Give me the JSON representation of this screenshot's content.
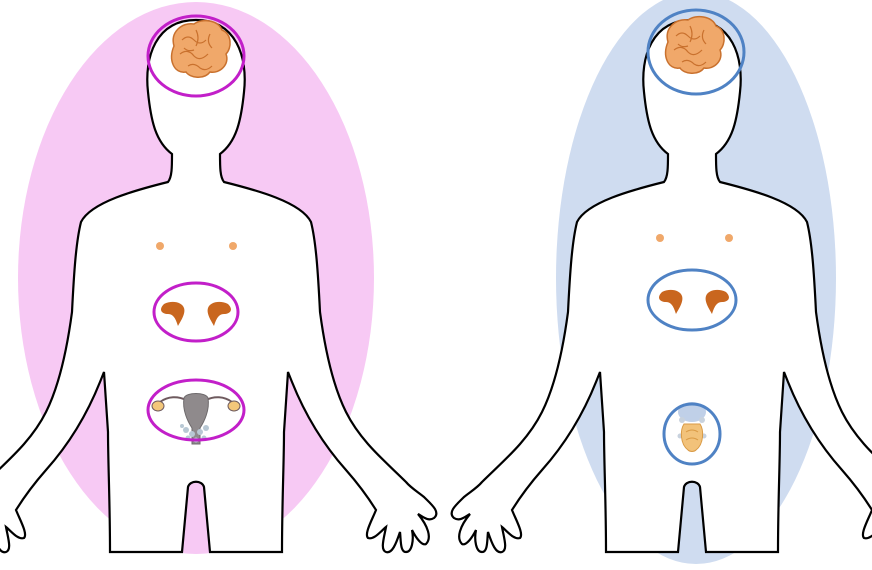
{
  "figures": [
    {
      "id": "female",
      "aura_color": "#f7c9f4",
      "ring_color": "#c21fc9",
      "regions": [
        "brain",
        "adrenal-glands",
        "reproductive-organs"
      ],
      "reproductive_organ": "uterus-and-ovaries"
    },
    {
      "id": "male",
      "aura_color": "#cfdcf0",
      "ring_color": "#4f82c4",
      "regions": [
        "brain",
        "adrenal-glands",
        "reproductive-organs"
      ],
      "reproductive_organ": "prostate-and-testes"
    }
  ],
  "colors": {
    "outline": "#000000",
    "body_fill": "#ffffff",
    "brain": "#f0a86a",
    "brain_line": "#c9712e",
    "adrenal": "#c9661e",
    "nipple": "#f0a86a",
    "uterus": "#8f8a8c",
    "ovary": "#f3c77a",
    "prostate": "#f2c27a"
  }
}
